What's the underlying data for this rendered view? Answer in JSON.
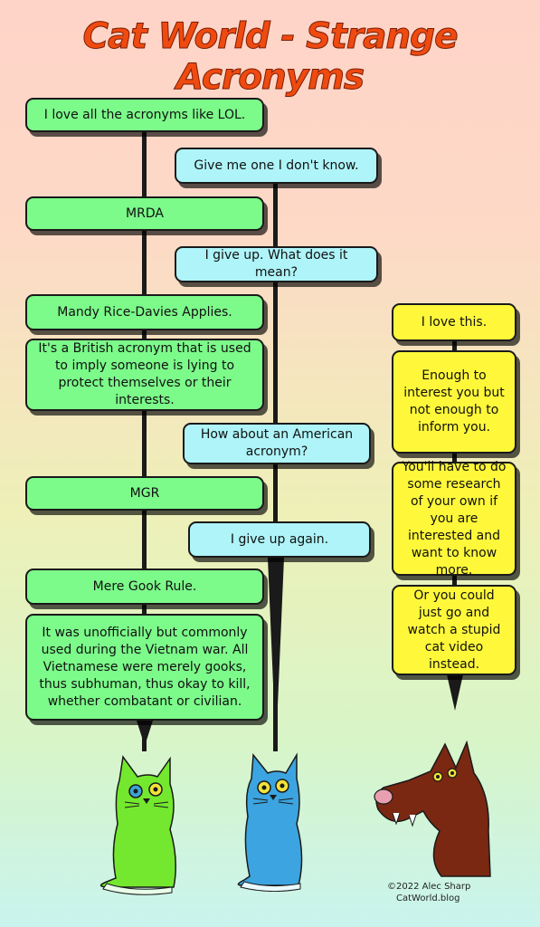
{
  "title": "Cat World - Strange Acronyms",
  "green_cat": [
    "I love all the acronyms like LOL.",
    "MRDA",
    "Mandy Rice-Davies Applies.",
    "It's a British acronym that is used to imply someone is lying to protect themselves or their interests.",
    "MGR",
    "Mere Gook Rule.",
    "It was unofficially but commonly used during the Vietnam war. All Vietnamese were merely gooks, thus subhuman, thus okay to kill, whether combatant or civilian."
  ],
  "blue_cat": [
    "Give me one I don't know.",
    "I give up. What does it mean?",
    "How about an American acronym?",
    "I give up again."
  ],
  "dog": [
    "I love this.",
    "Enough to interest you but not enough to inform you.",
    "You'll have to do some research of your own if you are interested and want to know more.",
    "Or you could just go and watch a stupid cat video instead."
  ],
  "credit": {
    "line1": "©2022 Alec Sharp",
    "line2": "CatWorld.blog"
  },
  "colors": {
    "green": "#7cfa8a",
    "cyan": "#aef4f8",
    "yellow": "#fff83a",
    "title": "#ef4a10"
  }
}
